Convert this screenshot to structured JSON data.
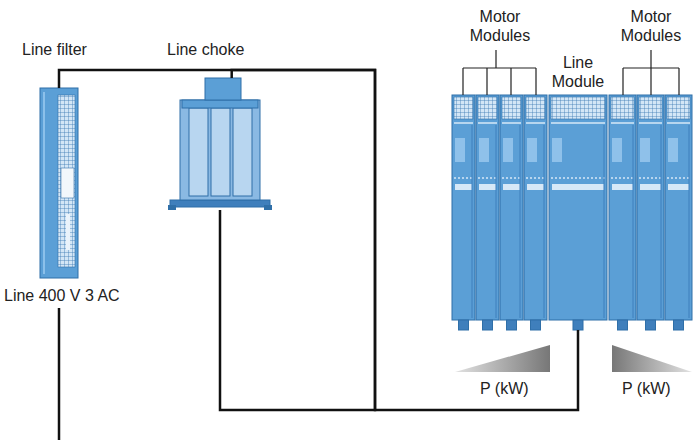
{
  "diagram": {
    "nodes": [
      {
        "text": [
          "Line filter"
        ]
      },
      {
        "text": [
          "Line choke"
        ]
      },
      {
        "text": [
          "Motor Modules"
        ]
      },
      {
        "text": [
          "Line Module"
        ]
      },
      {
        "text": [
          "Motor Modules"
        ]
      }
    ],
    "edges": [
      {
        "from": 0,
        "to": 1,
        "arrow": "none"
      },
      {
        "from": 1,
        "to": 3,
        "arrow": "none"
      }
    ],
    "labels": [
      "Line 400 V 3 AC",
      "P (kW)",
      "P (kW)"
    ]
  }
}
